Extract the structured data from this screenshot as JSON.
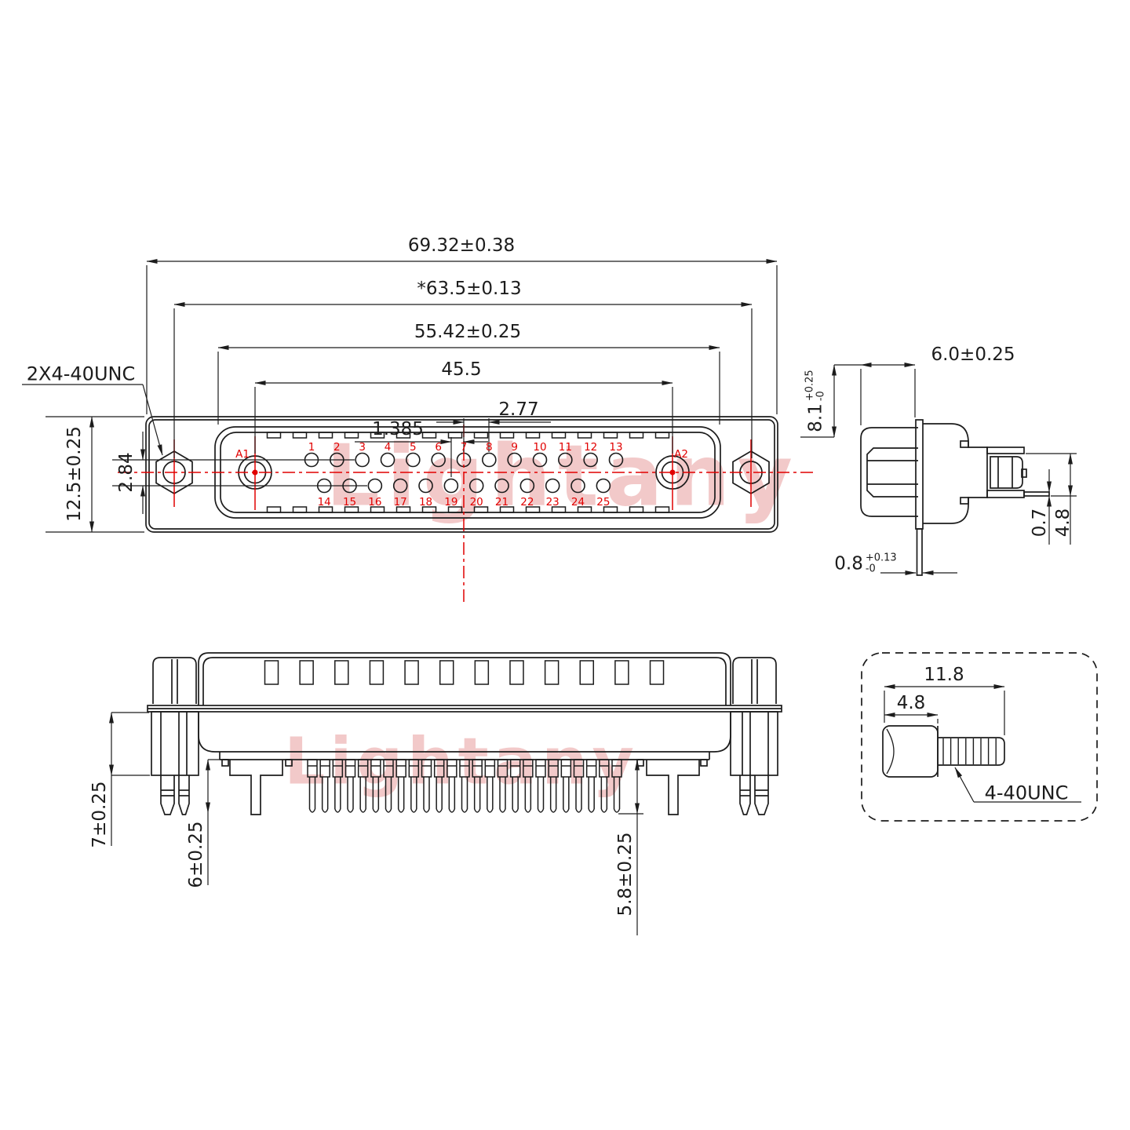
{
  "watermark": {
    "text": "Lightany"
  },
  "front_view": {
    "dims": {
      "overall_width": "69.32±0.38",
      "mounting_width": "*63.5±0.13",
      "shell_width": "55.42±0.25",
      "coax_spacing": "45.5",
      "pin_pitch": "2.77",
      "row_offset": "1.385",
      "flange_height": "12.5±0.25",
      "row_spacing": "2.84"
    },
    "screw_callout": "2X4-40UNC",
    "coax_labels": [
      "A1",
      "A2"
    ],
    "pin_labels_top": [
      "1",
      "2",
      "3",
      "4",
      "5",
      "6",
      "7",
      "8",
      "9",
      "10",
      "11",
      "12",
      "13"
    ],
    "pin_labels_bottom": [
      "14",
      "15",
      "16",
      "17",
      "18",
      "19",
      "20",
      "21",
      "22",
      "23",
      "24",
      "25"
    ]
  },
  "side_view": {
    "dims": {
      "shell_depth": "6.0±0.25",
      "body_height": {
        "base": "8.1",
        "plus": "+0.25",
        "minus": "-0"
      },
      "flange_thickness": {
        "base": "0.8",
        "plus": "+0.13",
        "minus": "-0"
      },
      "pin_thickness": "0.7",
      "contact_height": "4.8"
    }
  },
  "bottom_view": {
    "dims": {
      "bracket_depth": "7±0.25",
      "coax_tail_length": "6±0.25",
      "pin_length": "5.8±0.25"
    }
  },
  "screw_detail": {
    "dims": {
      "total_length": "11.8",
      "head_length": "4.8"
    },
    "thread_label": "4-40UNC"
  },
  "colors": {
    "line": "#1c1c1c",
    "red": "#e10000",
    "watermark": "#f2c9c9"
  }
}
